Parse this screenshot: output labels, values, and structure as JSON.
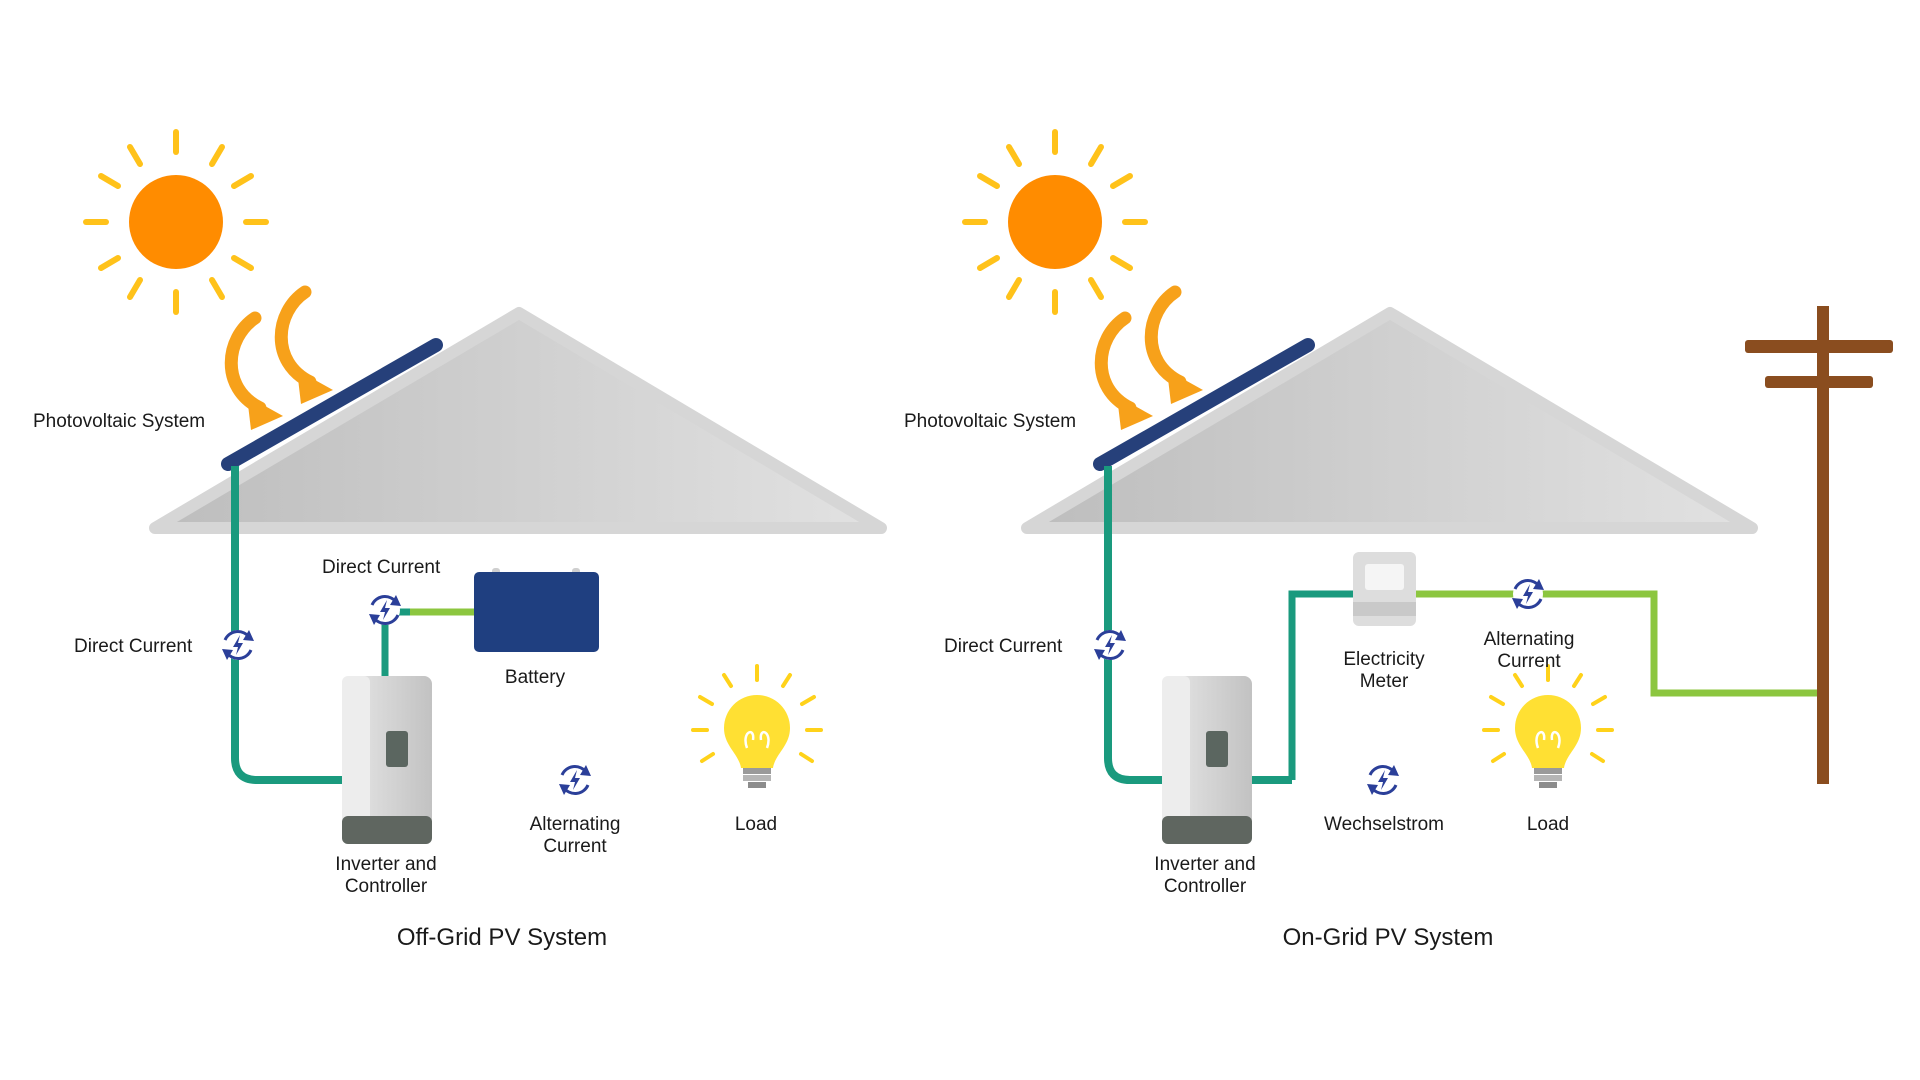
{
  "colors": {
    "sun": "#ff8c00",
    "sun_rays": "#ffc21a",
    "roof": "#cfcfcf",
    "panel": "#26407a",
    "cable_green": "#1a9a7e",
    "cable_lime": "#9ccc3a",
    "battery": "#1f3f80",
    "bulb": "#ffe033",
    "pole": "#8a4d1f",
    "inverter_body": "#d4d4d4",
    "inverter_base": "#5f6660",
    "icon_blue": "#2b3f99"
  },
  "offgrid": {
    "caption": "Off-Grid PV System",
    "pv_label": "Photovoltaic System",
    "dc_label": "Direct Current",
    "dc_battery_label": "Direct Current",
    "battery_label": "Battery",
    "inverter_label": [
      "Inverter and",
      "Controller"
    ],
    "ac_label": [
      "Alternating",
      "Current"
    ],
    "load_label": "Load"
  },
  "ongrid": {
    "caption": "On-Grid PV System",
    "pv_label": "Photovoltaic System",
    "dc_label": "Direct Current",
    "meter_label": [
      "Electricity",
      "Meter"
    ],
    "ac_label": [
      "Alternating",
      "Current"
    ],
    "wechsel_label": "Wechselstrom",
    "load_label": "Load",
    "inverter_label": [
      "Inverter and",
      "Controller"
    ]
  }
}
